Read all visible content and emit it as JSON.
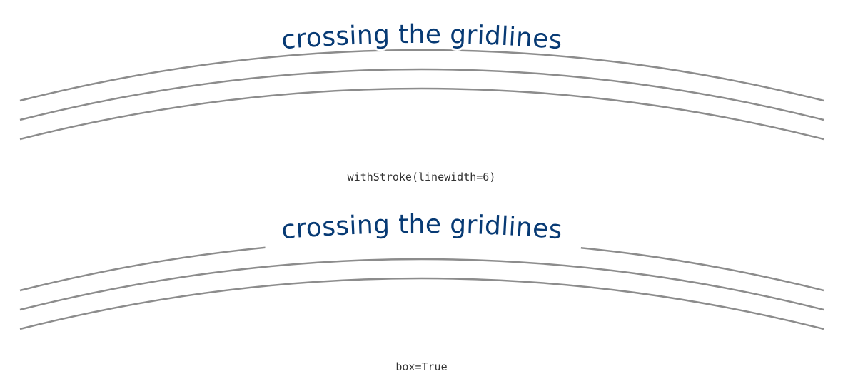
{
  "colors": {
    "text": "#073a74",
    "gridline": "#8c8c8c",
    "background": "#ffffff",
    "caption": "#333333"
  },
  "panels": [
    {
      "text": "crossing the gridlines",
      "caption": "withStroke(linewidth=6)",
      "effect": "stroke"
    },
    {
      "text": "crossing the gridlines",
      "caption": "box=True",
      "effect": "box"
    }
  ]
}
